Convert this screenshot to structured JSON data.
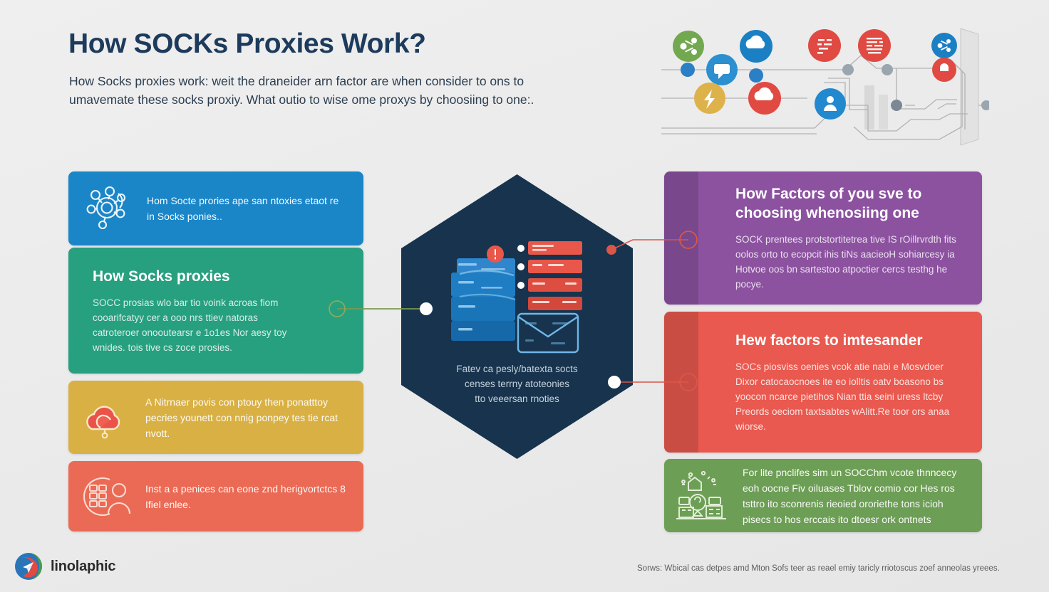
{
  "header": {
    "title": "How SOCKs Proxies Work?",
    "subtitle": "How Socks proxies work: weit the draneider arn factor are when consider to ons to umavemate these socks proxiy. What outio to wise ome proxys by choosiing to one:."
  },
  "hexagon": {
    "caption_lines": [
      "Fatev ca pesly/batexta socts",
      "censes terrny atoteonies",
      "tto veeersan rnoties"
    ],
    "illustration_name": "server-stack-and-envelope"
  },
  "left_cards": [
    {
      "id": "blue",
      "icon": "globe-network-icon",
      "color": "#1a86c8",
      "heading": "",
      "desc": "Hom Socte prories ape san ntoxies etaot re in Socks ponies.."
    },
    {
      "id": "green",
      "icon": "",
      "color": "#27a07f",
      "heading": "How Socks proxies",
      "desc": "SOCC prosias wlo bar tio voink acroas fiom cooarifcatyy cer a ooo nrs ttiev natoras catroteroer onooutearsr e 1o1es Nor aesy toy wnides. tois tive cs zoce prosies."
    },
    {
      "id": "yellow",
      "icon": "cloud-icon",
      "color": "#d9b043",
      "heading": "",
      "desc": "A Nitrnaer povis con ptouy then ponatttoy pecries younett con nnig ponpey tes tie rcat nvott."
    },
    {
      "id": "coral",
      "icon": "user-devices-icon",
      "color": "#ea6a55",
      "heading": "",
      "desc": "Inst a a penices can eone znd herigvortctcs 8 Ifiel enlee."
    }
  ],
  "right_cards": [
    {
      "id": "purple",
      "icon": "",
      "color": "#8c52a0",
      "heading": "How Factors of you sve to choosing whenosiing one",
      "desc": "SOCK prentees protstortitetrea tive IS rOillrvrdth fits oolos orto to ecopcit ihis tiNs aacieoH sohiarcesy ia Hotvoe oos bn sartestoo atpoctier cercs testhg he pocye."
    },
    {
      "id": "red",
      "icon": "",
      "color": "#e9594f",
      "heading": "Hew factors to imtesander",
      "desc": "SOCs piosviss oenies vcok atie nabi e Mosvdoer Dixor catocaocnoes ite eo iolltis oatv boasono bs yoocon ncarce pietihos Nian ttia seini uress ltcby Preords oeciom taxtsabtes wAlitt.Re toor ors anaa wiorse."
    },
    {
      "id": "olive",
      "icon": "city-buildings-icon",
      "color": "#6d9e55",
      "heading": "",
      "desc": "For lite pnclifes sim un SOCChm vcote thnncecy eoh oocne Fiv oiluases Tblov comio cor Hes ros tsttro ito sconrenis rieoied ororiethe tons icioh pisecs to hos erccais ito dtoesr ork ontnets"
    }
  ],
  "footer": {
    "logo_text": "linolaphic",
    "logo_icon": "paper-plane-circle-icon",
    "source_note": "Sorws: Wbical cas detpes amd Mton Sofs teer as reael emiy taricly rriotoscus zoef anneolas yreees."
  },
  "colors": {
    "background": "#ededed",
    "title": "#1d3b5c",
    "hexagon": "#17334d",
    "connector_green": "#7a9a4e",
    "connector_red": "#d9564a"
  }
}
